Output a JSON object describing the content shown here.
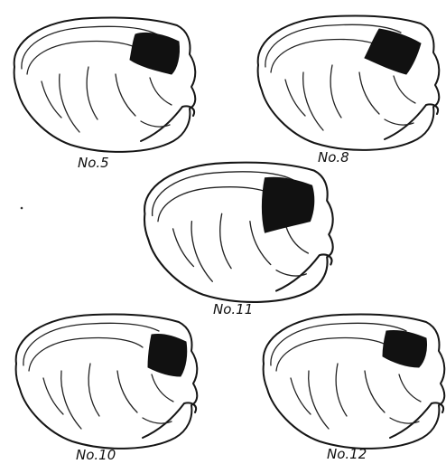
{
  "figure": {
    "panels": [
      {
        "id": "5",
        "label": "No.5",
        "lesion_color": "#111111"
      },
      {
        "id": "8",
        "label": "No.8",
        "lesion_color": "#111111"
      },
      {
        "id": "11",
        "label": "No.11",
        "lesion_color": "#111111"
      },
      {
        "id": "10",
        "label": "No.10",
        "lesion_color": "#111111"
      },
      {
        "id": "12",
        "label": "No.12",
        "lesion_color": "#111111"
      }
    ]
  }
}
